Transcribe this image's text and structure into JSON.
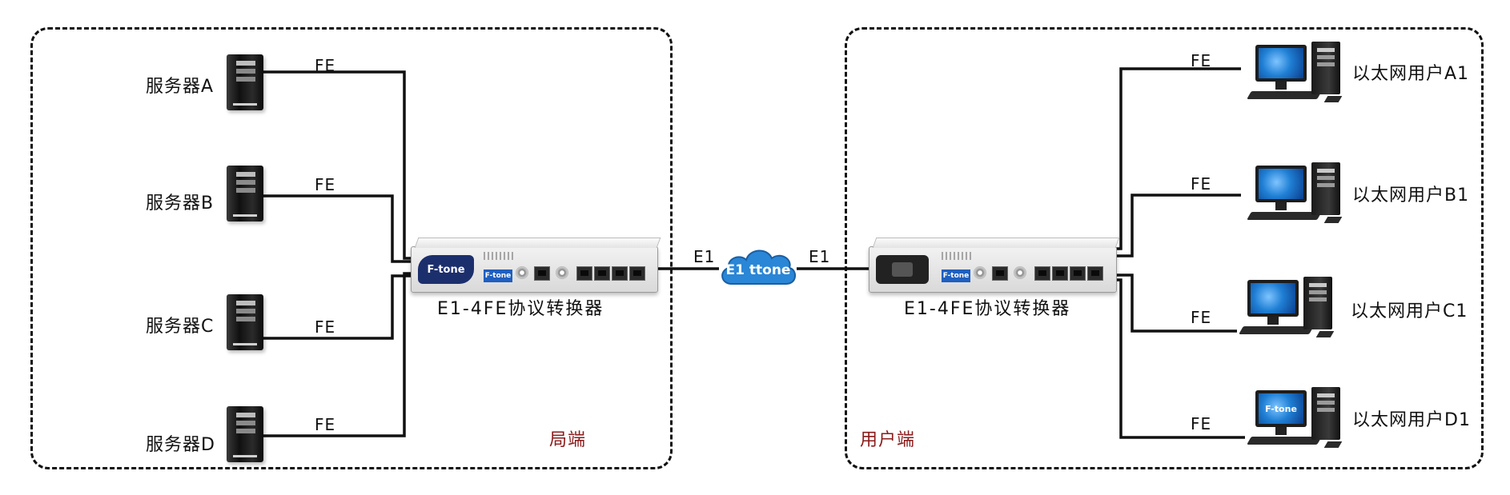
{
  "regions": {
    "left_title": "局端",
    "right_title": "用户端"
  },
  "servers": [
    {
      "label": "服务器A",
      "link": "FE"
    },
    {
      "label": "服务器B",
      "link": "FE"
    },
    {
      "label": "服务器C",
      "link": "FE"
    },
    {
      "label": "服务器D",
      "link": "FE"
    }
  ],
  "users": [
    {
      "label": "以太网用户A1",
      "link": "FE"
    },
    {
      "label": "以太网用户B1",
      "link": "FE"
    },
    {
      "label": "以太网用户C1",
      "link": "FE"
    },
    {
      "label": "以太网用户D1",
      "link": "FE"
    }
  ],
  "converters": {
    "left_label": "E1-4FE协议转换器",
    "right_label": "E1-4FE协议转换器",
    "brand": "F-tone"
  },
  "e1_link": {
    "left_label": "E1",
    "right_label": "E1",
    "cloud_label": "E1 ttone"
  },
  "user_screen_brand": "F-tone",
  "colors": {
    "wire": "#111111",
    "region_title": "#8b1a1a",
    "brand_blue": "#1c2f6d",
    "cloud_blue": "#2a86d6"
  }
}
